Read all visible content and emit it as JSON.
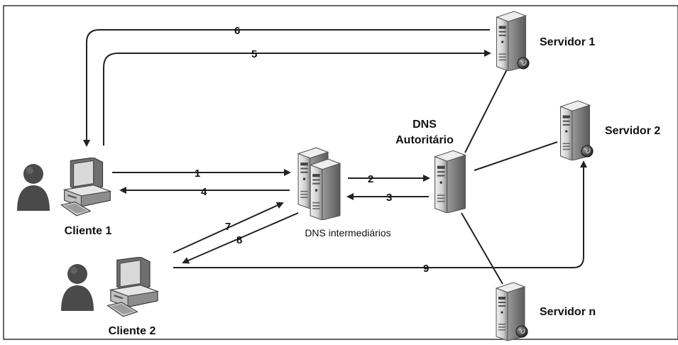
{
  "labels": {
    "servidor1": "Servidor 1",
    "servidor2": "Servidor 2",
    "servidorn": "Servidor n",
    "dns_aut_line1": "DNS",
    "dns_aut_line2": "Autoritário",
    "dns_intermediarios": "DNS intermediários",
    "cliente1": "Cliente 1",
    "cliente2": "Cliente 2"
  },
  "arrows": {
    "a1": "1",
    "a2": "2",
    "a3": "3",
    "a4": "4",
    "a5": "5",
    "a6": "6",
    "a7": "7",
    "a8": "8",
    "a9": "9"
  },
  "colors": {
    "line": "#222222",
    "device_light": "#e2e2e2",
    "device_dark": "#6a6a6a",
    "person": "#4a4a4a",
    "globe": "#2b2b2b"
  },
  "icons": {
    "server": "server-tower-icon",
    "computer": "desktop-computer-icon",
    "user": "user-silhouette-icon",
    "globe": "globe-badge-icon"
  }
}
